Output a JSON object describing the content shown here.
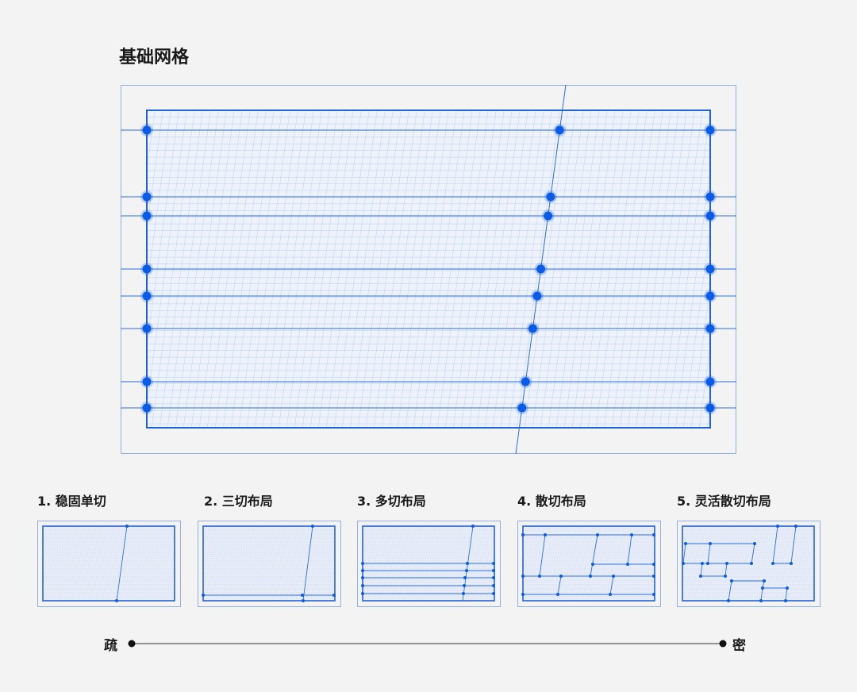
{
  "title": "基础网格",
  "colors": {
    "accent": "#0a5ce6",
    "grid": "#a9c3ef",
    "fill": "#e9eef8",
    "frame": "#8fb0ea"
  },
  "layouts": [
    {
      "label": "1. 稳固单切"
    },
    {
      "label": "2. 三切布局"
    },
    {
      "label": "3. 多切布局"
    },
    {
      "label": "4. 散切布局"
    },
    {
      "label": "5. 灵活散切布局"
    }
  ],
  "scale": {
    "left": "疏",
    "right": "密"
  }
}
